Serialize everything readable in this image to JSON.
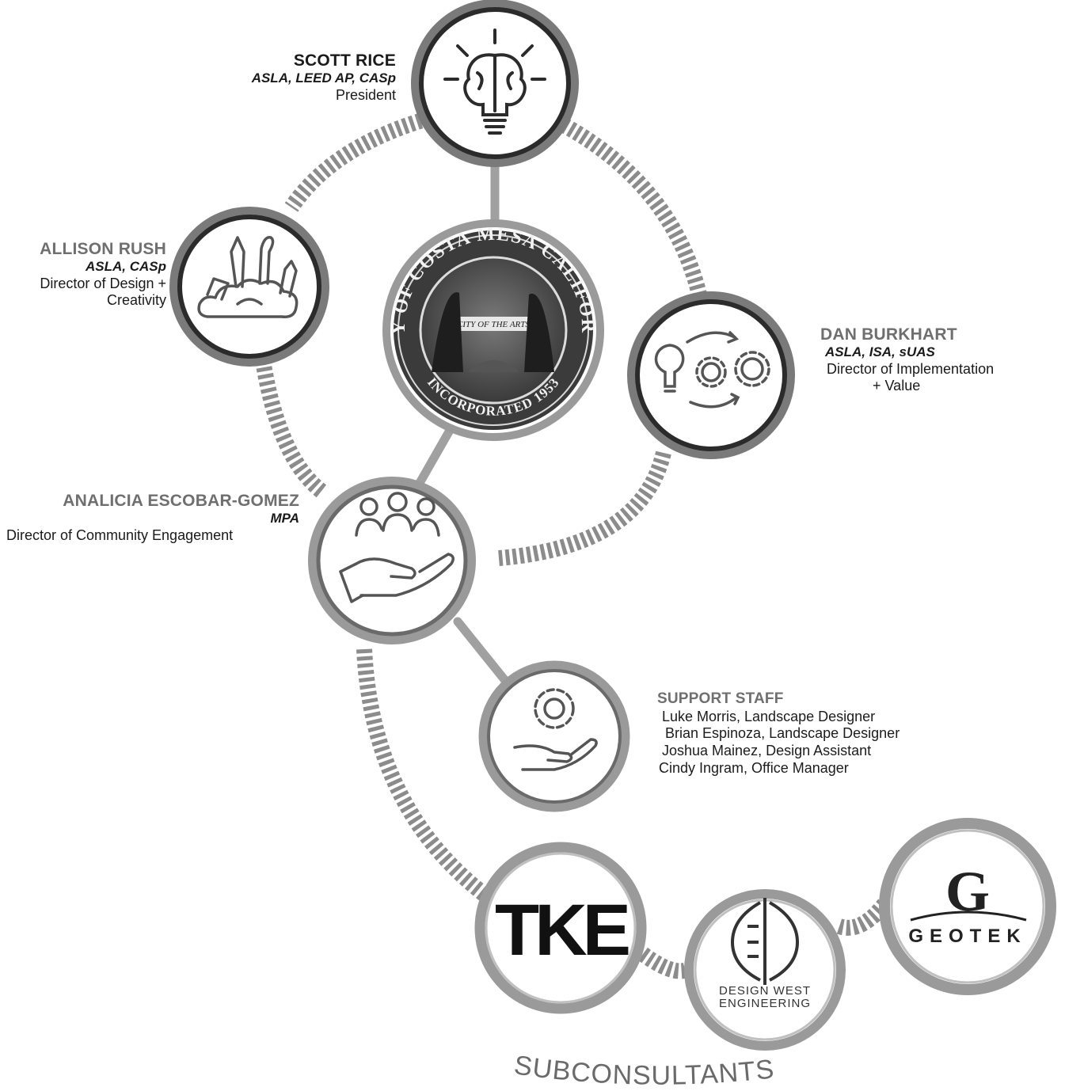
{
  "people": {
    "scott": {
      "name": "SCOTT RICE",
      "credentials": "ASLA, LEED AP, CASp",
      "role": "President"
    },
    "allison": {
      "name": "ALLISON RUSH",
      "credentials": "ASLA, CASp",
      "role_line1": "Director of Design +",
      "role_line2": "Creativity"
    },
    "dan": {
      "name": "DAN BURKHART",
      "credentials": "ASLA, ISA, sUAS",
      "role_line1": "Director of Implementation",
      "role_line2": "+ Value"
    },
    "analicia": {
      "name": "ANALICIA ESCOBAR-GOMEZ",
      "credentials": "MPA",
      "role": "Director of Community Engagement"
    }
  },
  "support_staff": {
    "title": "SUPPORT STAFF",
    "members": [
      "Luke Morris, Landscape Designer",
      "Brian Espinoza, Landscape Designer",
      "Joshua  Mainez, Design Assistant",
      "Cindy Ingram, Office Manager"
    ]
  },
  "seal": {
    "top_text": "CITY OF COSTA MESA CALIFORNIA",
    "banner": "CITY OF THE ARTS",
    "bottom_text": "INCORPORATED 1953"
  },
  "subconsultants": {
    "title": "SUBCONSULTANTS",
    "tke": "TKE",
    "dwe_line1": "DESIGN  WEST",
    "dwe_line2": "ENGINEERING",
    "geotek_letter": "G",
    "geotek": "GEOTEK"
  },
  "icons": {
    "scott": "brain-lightbulb-icon",
    "allison": "creative-tools-cloud-icon",
    "dan": "lightbulb-gears-icon",
    "analicia": "people-hand-icon",
    "support": "gear-hand-icon"
  },
  "colors": {
    "ring": "#2b2b2b",
    "ring_light": "#9a9a9a",
    "dash": "#8c8c8c",
    "text_dark": "#1a1a1a",
    "text_muted": "#6f6f6f"
  }
}
